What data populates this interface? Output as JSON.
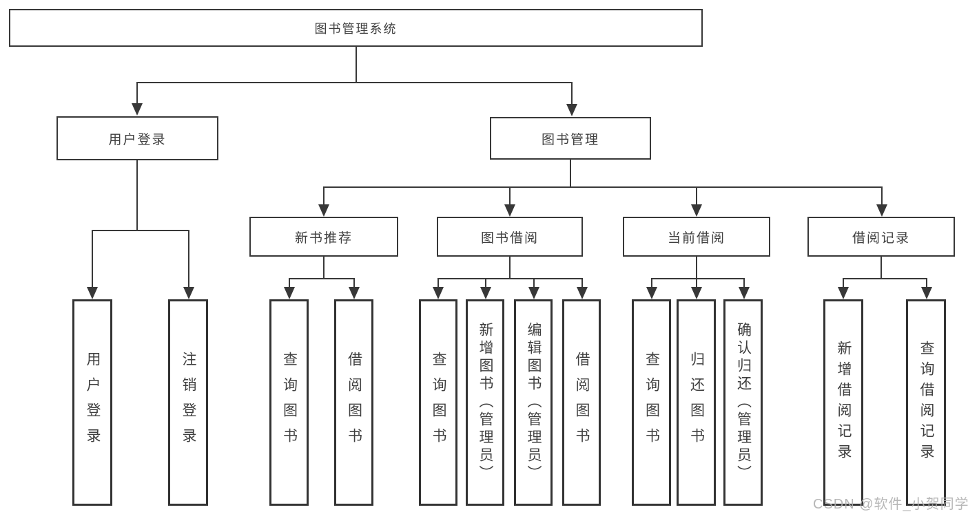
{
  "page": {
    "background": "#ffffff"
  },
  "colors": {
    "line": "#383838",
    "box_border": "#333333",
    "text": "#3f3f3f",
    "watermark": "#afafaf"
  },
  "tree": {
    "root": {
      "label": "图书管理系统"
    },
    "branches": [
      {
        "label": "用户登录",
        "children": [
          {
            "label": "用户登录"
          },
          {
            "label": "注销登录"
          }
        ]
      },
      {
        "label": "图书管理",
        "children": [
          {
            "label": "新书推荐",
            "children": [
              {
                "label": "查询图书"
              },
              {
                "label": "借阅图书"
              }
            ]
          },
          {
            "label": "图书借阅",
            "children": [
              {
                "label": "查询图书"
              },
              {
                "label": "新增图书（管理员）"
              },
              {
                "label": "编辑图书（管理员）"
              },
              {
                "label": "借阅图书"
              }
            ]
          },
          {
            "label": "当前借阅",
            "children": [
              {
                "label": "查询图书"
              },
              {
                "label": "归还图书"
              },
              {
                "label": "确认归还（管理员）"
              }
            ]
          },
          {
            "label": "借阅记录",
            "children": [
              {
                "label": "新增借阅记录"
              },
              {
                "label": "查询借阅记录"
              }
            ]
          }
        ]
      }
    ]
  },
  "watermark": {
    "text": "CSDN @软件_小贺同学"
  }
}
